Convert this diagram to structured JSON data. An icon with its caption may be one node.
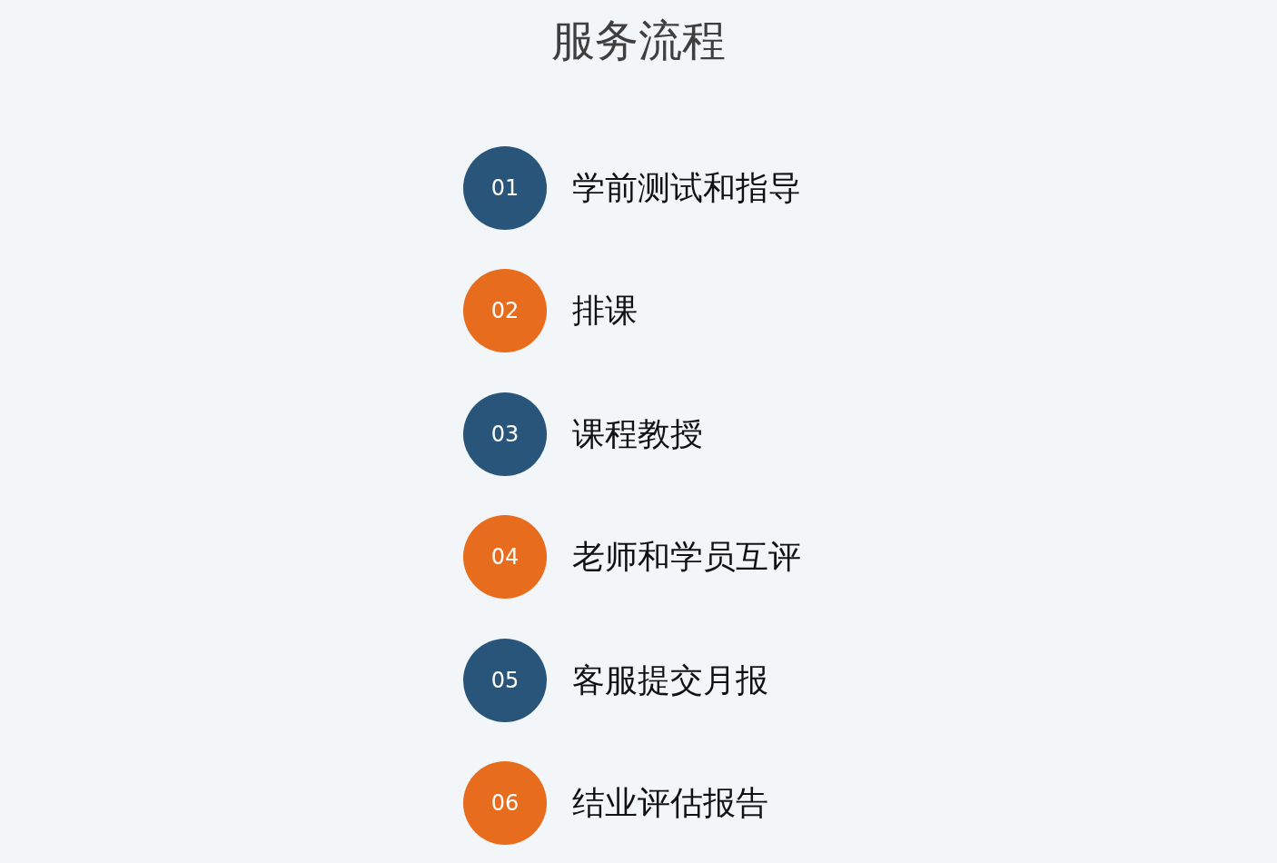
{
  "diagram": {
    "title": "服务流程",
    "nodes": [
      {
        "text": [
          "01"
        ],
        "beside": [
          "学前测试和指导"
        ]
      },
      {
        "text": [
          "02"
        ],
        "beside": [
          "排课"
        ]
      },
      {
        "text": [
          "03"
        ],
        "beside": [
          "课程教授"
        ]
      },
      {
        "text": [
          "04"
        ],
        "beside": [
          "老师和学员互评"
        ]
      },
      {
        "text": [
          "05"
        ],
        "beside": [
          "客服提交月报"
        ]
      },
      {
        "text": [
          "06"
        ],
        "beside": [
          "结业评估报告"
        ]
      }
    ],
    "edges": []
  }
}
